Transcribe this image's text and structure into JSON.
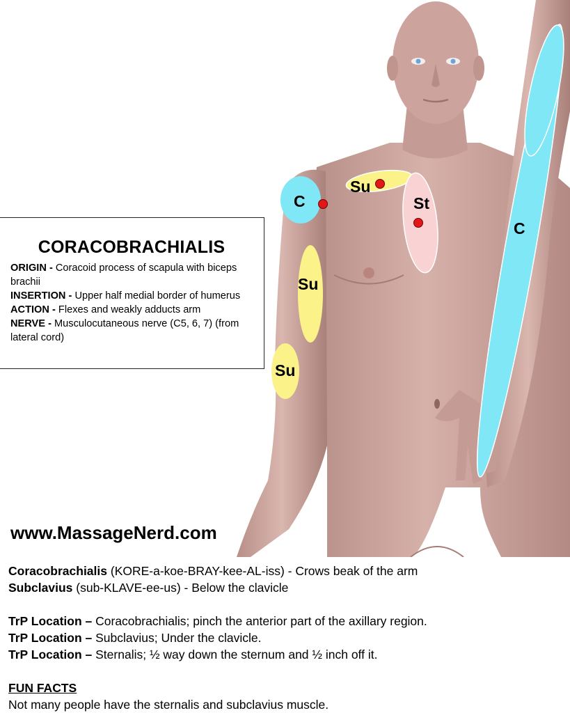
{
  "muscle": {
    "title": "CORACOBRACHIALIS",
    "origin_label": "ORIGIN -",
    "origin_text": "Coracoid process of scapula with biceps brachii",
    "insertion_label": "INSERTION -",
    "insertion_text": "Upper half medial border of humerus",
    "action_label": "ACTION -",
    "action_text": "Flexes and weakly adducts arm",
    "nerve_label": "NERVE -",
    "nerve_text": "Musculocutaneous nerve (C5, 6, 7) (from lateral cord)"
  },
  "site": {
    "url": "www.MassageNerd.com"
  },
  "figure_labels": {
    "coracobrachialis_shoulder": "C",
    "subclavius_clavicle": "Su",
    "sternalis": "St",
    "coracobrachialis_arm": "C",
    "subclavius_upper_arm": "Su",
    "subclavius_elbow": "Su"
  },
  "colors": {
    "coracobrachialis": "#7fe7f5",
    "subclavius": "#fbf38a",
    "sternalis": "#f9d3d3",
    "trigger_point": "#e01818",
    "skin": "#c9a29a"
  },
  "notes": {
    "pron1_term": "Coracobrachialis",
    "pron1_text": " (KORE-a-koe-BRAY-kee-AL-iss) - Crows beak of the arm",
    "pron2_term": "Subclavius",
    "pron2_text": " (sub-KLAVE-ee-us) - Below the clavicle",
    "trp1_label": "TrP Location –",
    "trp1_text": " Coracobrachialis; pinch the anterior part of the axillary region.",
    "trp2_label": "TrP Location –",
    "trp2_text": " Subclavius; Under the clavicle.",
    "trp3_label": "TrP Location –",
    "trp3_text": " Sternalis; ½ way down the sternum and ½ inch off it.",
    "fun_heading": "FUN FACTS",
    "fun_text": "Not many people have the sternalis and subclavius muscle."
  }
}
